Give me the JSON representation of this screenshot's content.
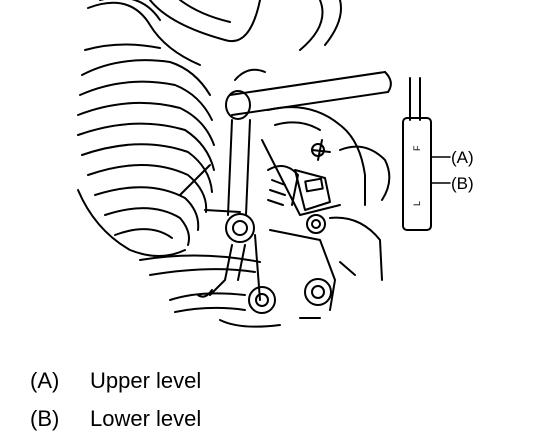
{
  "callouts": {
    "a": "(A)",
    "b": "(B)"
  },
  "dipstick_marks": {
    "upper": "F",
    "lower": "L"
  },
  "legend": [
    {
      "key": "(A)",
      "text": "Upper level"
    },
    {
      "key": "(B)",
      "text": "Lower level"
    }
  ]
}
